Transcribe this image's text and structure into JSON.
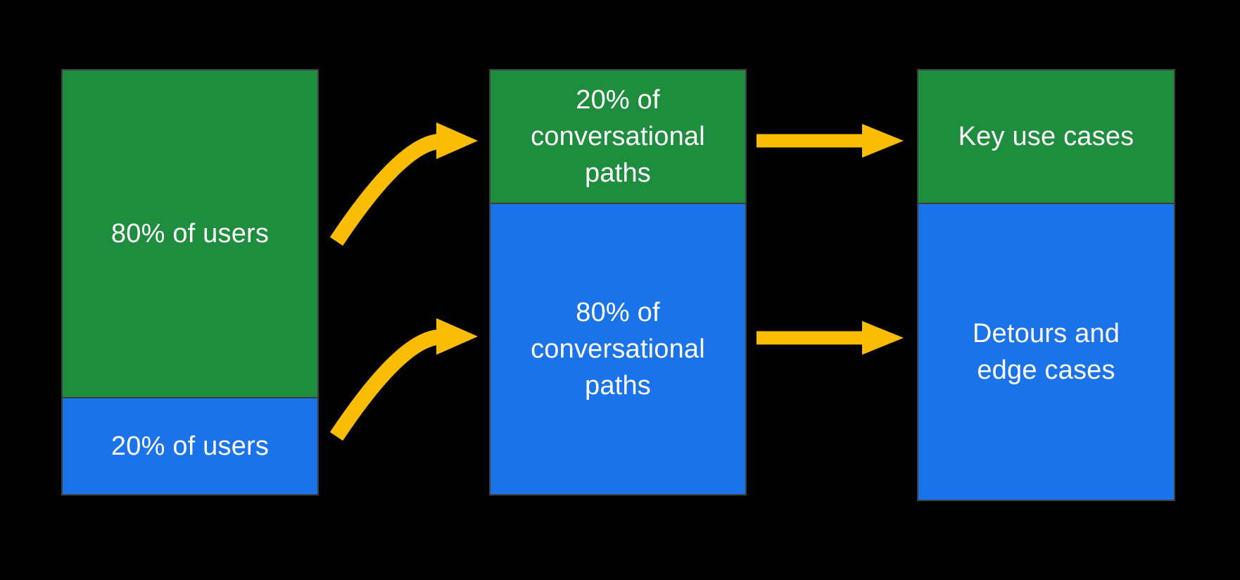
{
  "colors": {
    "background": "#000000",
    "text": "#ffffff",
    "green": "#1e8e3e",
    "blue": "#1a73e8",
    "arrow": "#fbbc04",
    "border": "#3d3d3d"
  },
  "columns": [
    {
      "name": "users",
      "segments": [
        {
          "label": "80% of users",
          "color": "#1e8e3e"
        },
        {
          "label": "20% of users",
          "color": "#1a73e8"
        }
      ]
    },
    {
      "name": "conversational-paths",
      "segments": [
        {
          "label": "20% of\nconversational\npaths",
          "color": "#1e8e3e"
        },
        {
          "label": "80% of\nconversational\npaths",
          "color": "#1a73e8"
        }
      ]
    },
    {
      "name": "outcomes",
      "segments": [
        {
          "label": "Key use cases",
          "color": "#1e8e3e"
        },
        {
          "label": "Detours and\nedge cases",
          "color": "#1a73e8"
        }
      ]
    }
  ]
}
